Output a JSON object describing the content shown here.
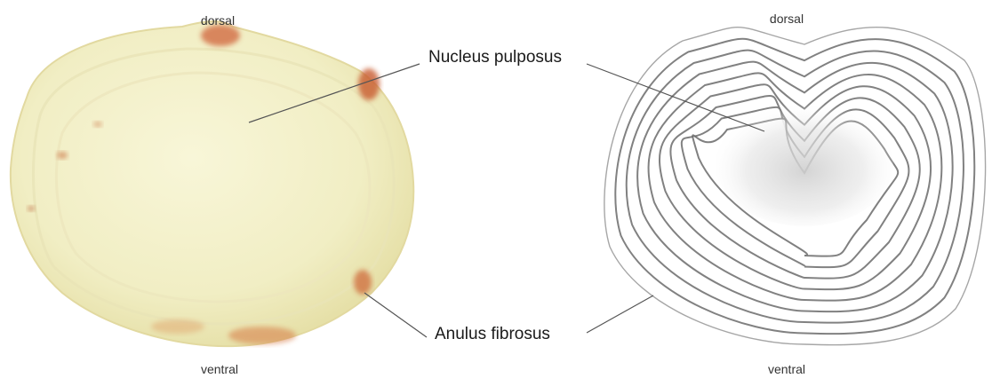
{
  "orientation": {
    "left_top": "dorsal",
    "left_bottom": "ventral",
    "right_top": "dorsal",
    "right_bottom": "ventral"
  },
  "callouts": {
    "nucleus": "Nucleus pulposus",
    "anulus": "Anulus fibrosus"
  },
  "colors": {
    "specimen_fill": "#f3f0c8",
    "specimen_stain": "#d0643a",
    "ring_stroke": "#6b6b6b",
    "leader_line": "#555555"
  },
  "schematic": {
    "ring_count": 9
  }
}
